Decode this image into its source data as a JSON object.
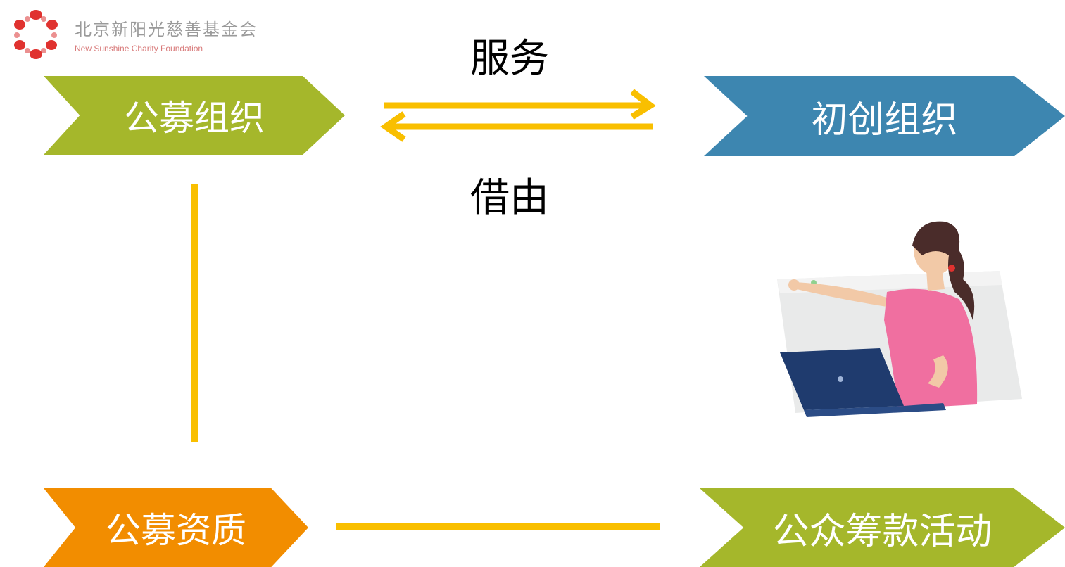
{
  "logo": {
    "name_cn": "北京新阳光慈善基金会",
    "name_en": "New Sunshine Charity Foundation",
    "brand_color": "#e0322f"
  },
  "nodes": {
    "public_org": {
      "label": "公募组织",
      "color": "#a5b72b"
    },
    "startup_org": {
      "label": "初创组织",
      "color": "#3d86b0"
    },
    "qualification": {
      "label": "公募资质",
      "color": "#f28d00"
    },
    "fundraising": {
      "label": "公众筹款活动",
      "color": "#a5b72b"
    }
  },
  "edges": {
    "service_label": "服务",
    "through_label": "借由",
    "connector_color": "#f9bf00"
  },
  "illustration": {
    "icon": "person-with-laptop-illustration",
    "shirt_color": "#f06fa0",
    "laptop_color": "#1f3b6e"
  }
}
